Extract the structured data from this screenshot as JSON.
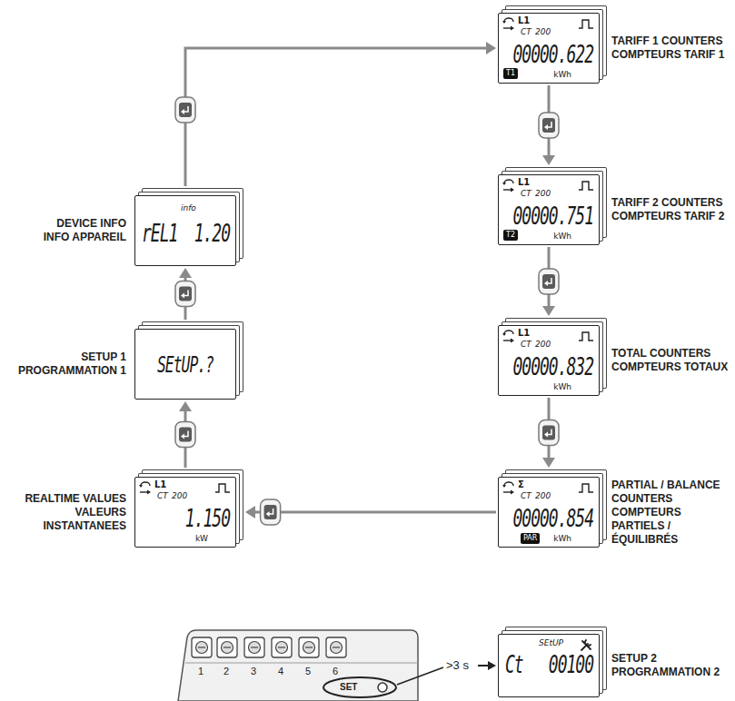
{
  "diagram": {
    "nodes": [
      {
        "text": [
          "L1",
          "CT",
          "200",
          "1.150",
          "kW",
          "REALTIME VALUES",
          "VALEURS INSTANTANEES"
        ]
      },
      {
        "text": [
          "SEtUP.?",
          "SETUP 1",
          "PROGRAMMATION 1"
        ]
      },
      {
        "text": [
          "info",
          "rEL1",
          "1.20",
          "DEVICE INFO",
          "INFO APPAREIL"
        ]
      },
      {
        "text": [
          "L1",
          "CT",
          "200",
          "00000.622",
          "kWh",
          "T1",
          "TARIFF 1 COUNTERS",
          "COMPTEURS TARIF 1"
        ]
      },
      {
        "text": [
          "L1",
          "CT",
          "200",
          "00000.751",
          "kWh",
          "T2",
          "TARIFF 2 COUNTERS",
          "COMPTEURS TARIF 2"
        ]
      },
      {
        "text": [
          "L1",
          "CT",
          "200",
          "00000.832",
          "kWh",
          "TOTAL COUNTERS",
          "COMPTEURS TOTAUX"
        ]
      },
      {
        "text": [
          "Σ",
          "CT",
          "200",
          "00000.854",
          "PAR",
          "kWh",
          "PARTIAL / BALANCE COUNTERS",
          "COMPTEURS PARTIELS / ÉQUILIBRÉS"
        ]
      },
      {
        "text": [
          "SEtUP",
          "Ct",
          "00100",
          "SETUP 2",
          "PROGRAMMATION 2"
        ]
      }
    ],
    "edges": [
      {
        "from": 0,
        "to": 1,
        "arrow": "to"
      },
      {
        "from": 1,
        "to": 2,
        "arrow": "to"
      },
      {
        "from": 2,
        "to": 3,
        "arrow": "to"
      },
      {
        "from": 3,
        "to": 4,
        "arrow": "to"
      },
      {
        "from": 4,
        "to": 5,
        "arrow": "to"
      },
      {
        "from": 5,
        "to": 6,
        "arrow": "to"
      },
      {
        "from": 6,
        "to": 0,
        "arrow": "to"
      }
    ],
    "labels": [
      "1",
      "2",
      "3",
      "4",
      "5",
      "6",
      "SET",
      ">3 s"
    ]
  }
}
